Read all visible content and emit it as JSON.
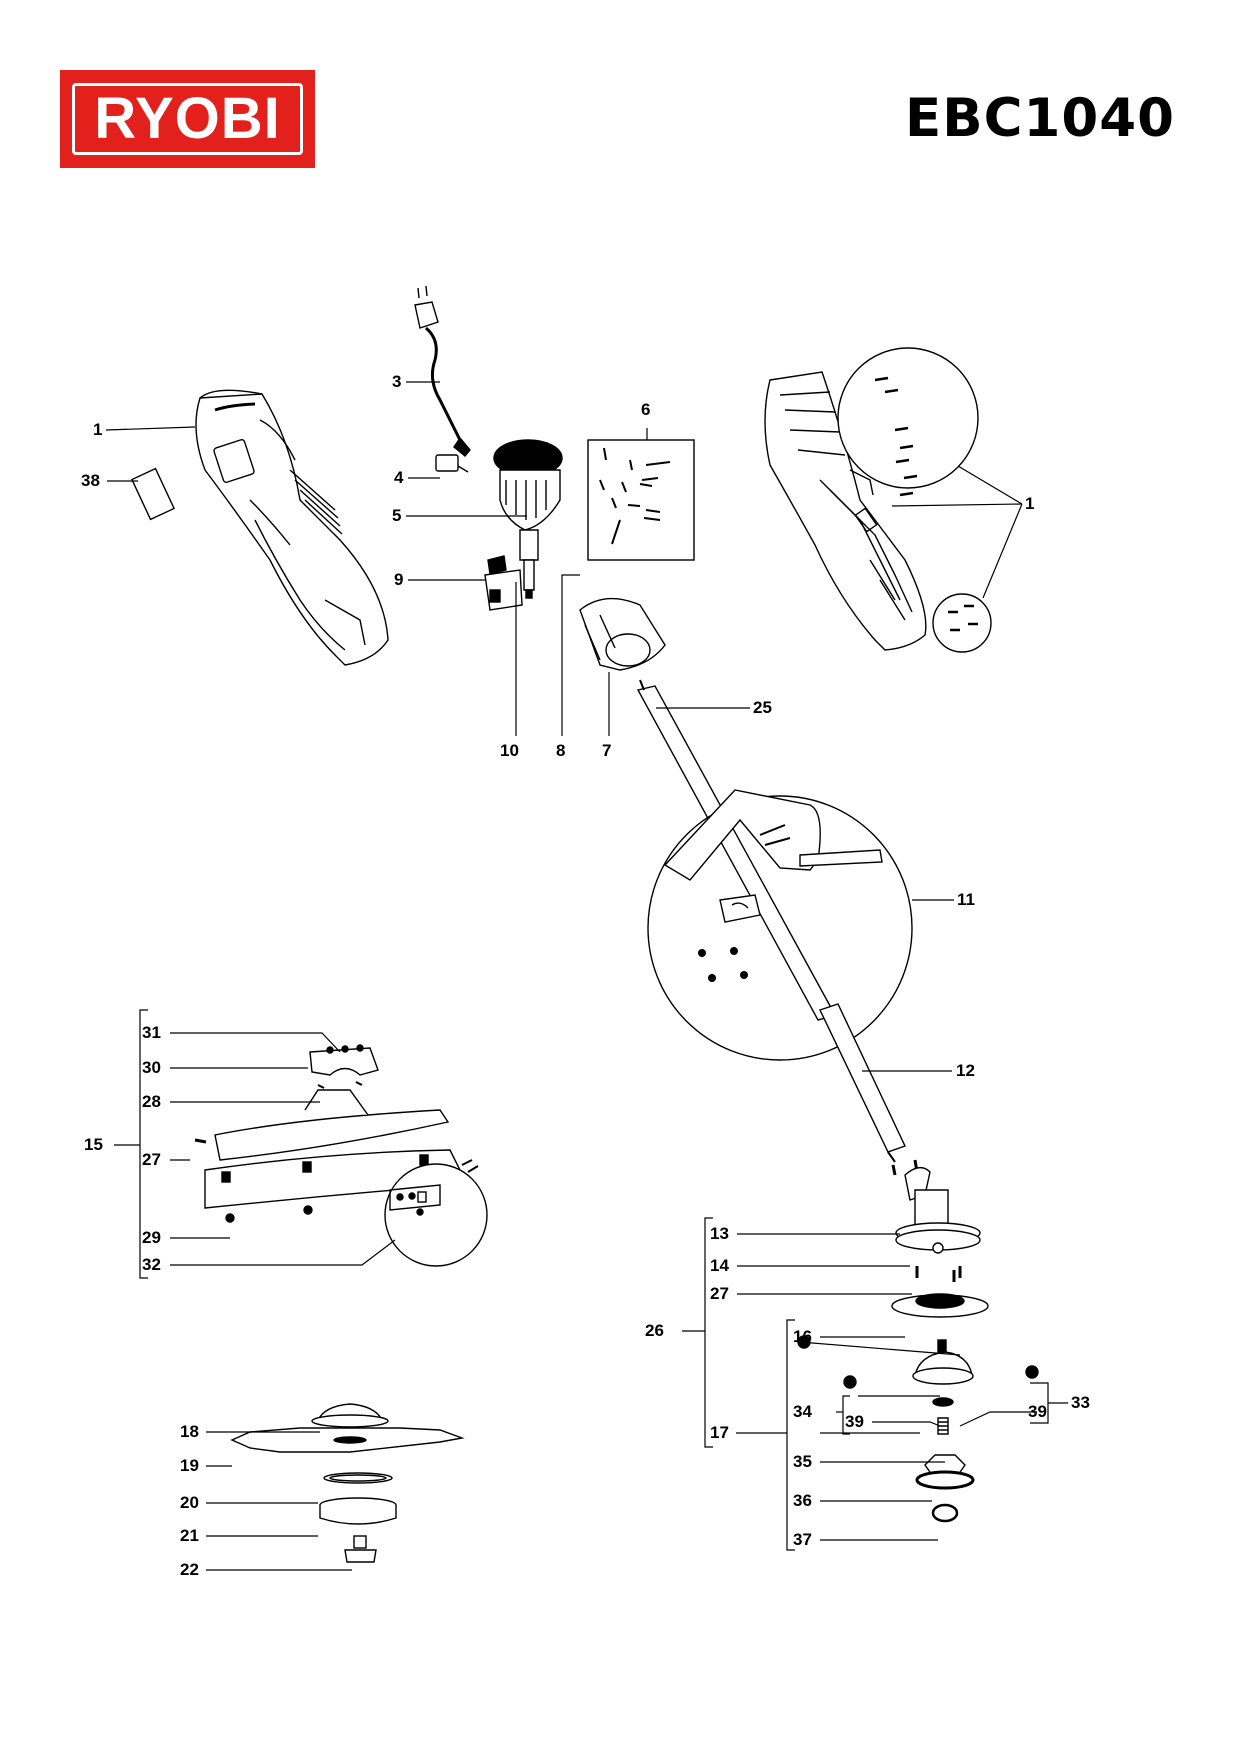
{
  "brand": {
    "logo_text": "RYOBI",
    "logo_color": "#e2211c"
  },
  "model": "EBC1040",
  "callouts": [
    "1",
    "3",
    "4",
    "5",
    "6",
    "7",
    "8",
    "9",
    "10",
    "11",
    "12",
    "13",
    "14",
    "15",
    "16",
    "17",
    "18",
    "19",
    "20",
    "21",
    "22",
    "25",
    "26",
    "27",
    "28",
    "29",
    "30",
    "31",
    "32",
    "33",
    "34",
    "35",
    "36",
    "37",
    "38",
    "39"
  ],
  "labels": {
    "p1_left": "1",
    "p1_right": "1",
    "p3": "3",
    "p4": "4",
    "p5": "5",
    "p6": "6",
    "p7": "7",
    "p8": "8",
    "p9": "9",
    "p10": "10",
    "p11": "11",
    "p12": "12",
    "p13": "13",
    "p14": "14",
    "p15": "15",
    "p16": "16",
    "p17": "17",
    "p18": "18",
    "p19": "19",
    "p20": "20",
    "p21": "21",
    "p22": "22",
    "p25": "25",
    "p26": "26",
    "p27_guard": "27",
    "p27_head": "27",
    "p28": "28",
    "p29": "29",
    "p30": "30",
    "p31": "31",
    "p32": "32",
    "p33": "33",
    "p34": "34",
    "p35": "35",
    "p36": "36",
    "p37": "37",
    "p38": "38",
    "p39_left": "39",
    "p39_right": "39"
  }
}
